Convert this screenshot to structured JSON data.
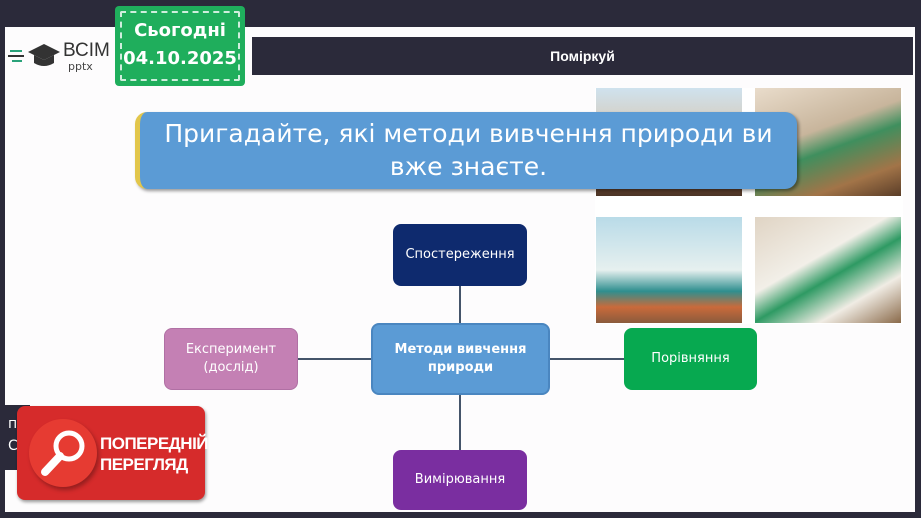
{
  "header": {
    "logo_text": "ВСІМ",
    "logo_sub": "pptx",
    "date_label": "Сьогодні",
    "date_value": "04.10.2025",
    "title": "Поміркуй"
  },
  "question": "Пригадайте, які методи вивчення природи ви вже знаєте.",
  "diagram": {
    "center": "Методи вивчення природи",
    "top": "Спостереження",
    "left": "Експеримент (дослід)",
    "right": "Порівняння",
    "bottom": "Вимірювання"
  },
  "hidden_text": [
    "п",
    "С"
  ],
  "preview_badge": {
    "line1": "ПОПЕРЕДНІЙ",
    "line2": "ПЕРЕГЛЯД",
    "icon": "magnifier-icon"
  },
  "colors": {
    "title_bar": "#2b2a3a",
    "date_tag": "#1fae5c",
    "question_box": "#5b9bd5",
    "top_node": "#0e2a6e",
    "left_node": "#c480b4",
    "right_node": "#07a950",
    "bottom_node": "#7a2ea0",
    "preview": "#d62b2b"
  }
}
